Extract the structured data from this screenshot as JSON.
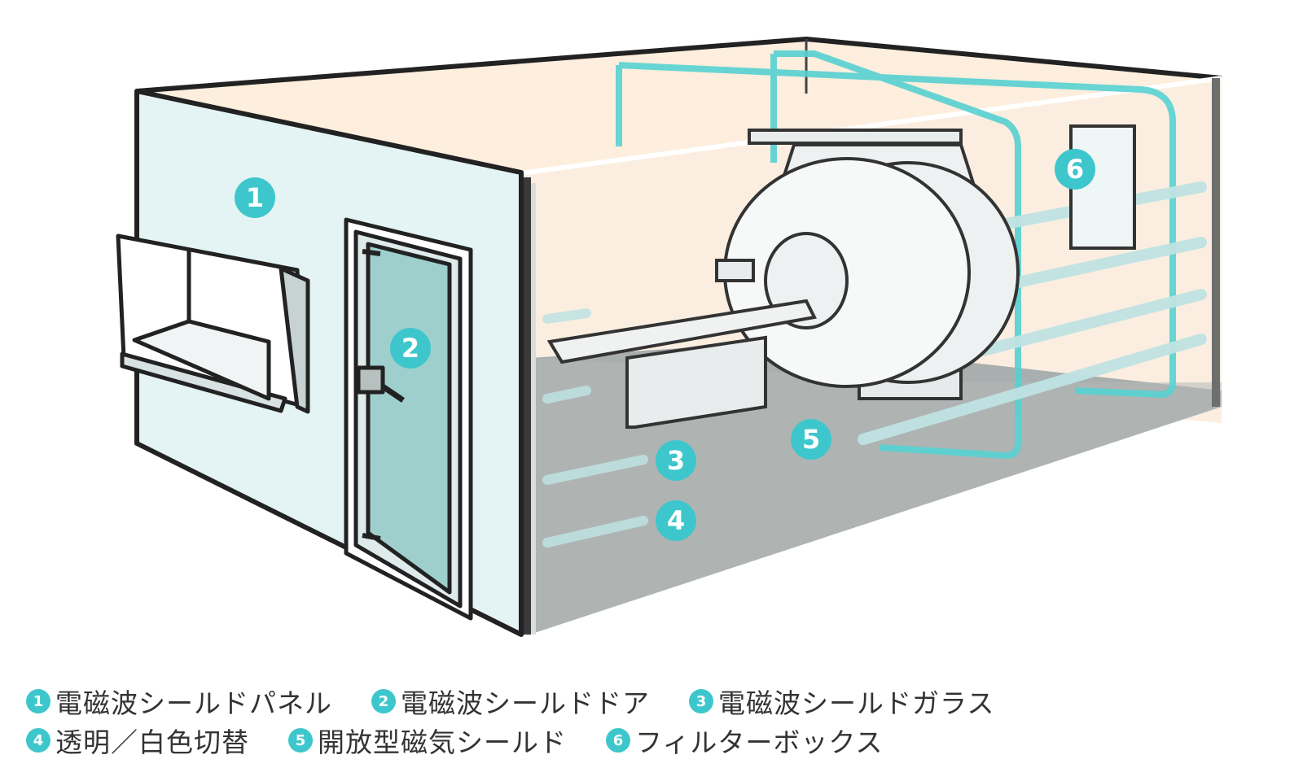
{
  "accent_color": "#3dc7cc",
  "labels": [
    {
      "num": "1",
      "text": "電磁波シールドパネル"
    },
    {
      "num": "2",
      "text": "電磁波シールドドア"
    },
    {
      "num": "3",
      "text": "電磁波シールドガラス"
    },
    {
      "num": "4",
      "text": "透明／白色切替"
    },
    {
      "num": "5",
      "text": "開放型磁気シールド"
    },
    {
      "num": "6",
      "text": "フィルターボックス"
    }
  ]
}
